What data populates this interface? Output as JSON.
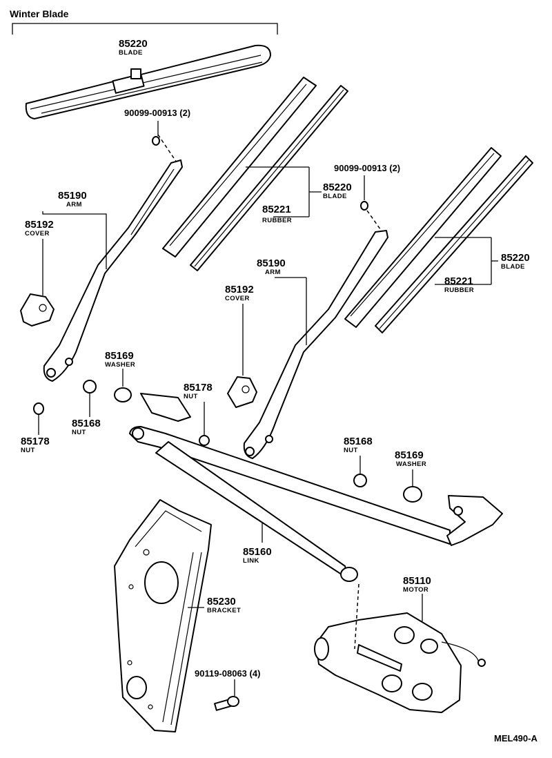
{
  "header": {
    "winter_blade": "Winter Blade"
  },
  "parts": [
    {
      "id": "blade-winter",
      "number": "85220",
      "name": "BLADE"
    },
    {
      "id": "screw-upper",
      "number": "90099-00913 (2)",
      "name": ""
    },
    {
      "id": "arm-left",
      "number": "85190",
      "name": "ARM"
    },
    {
      "id": "cover-left",
      "number": "85192",
      "name": "COVER"
    },
    {
      "id": "blade-mid",
      "number": "85220",
      "name": "BLADE"
    },
    {
      "id": "rubber-mid",
      "number": "85221",
      "name": "RUBBER"
    },
    {
      "id": "screw-right",
      "number": "90099-00913 (2)",
      "name": ""
    },
    {
      "id": "blade-right",
      "number": "85220",
      "name": "BLADE"
    },
    {
      "id": "rubber-right",
      "number": "85221",
      "name": "RUBBER"
    },
    {
      "id": "arm-right",
      "number": "85190",
      "name": "ARM"
    },
    {
      "id": "cover-right",
      "number": "85192",
      "name": "COVER"
    },
    {
      "id": "washer-left",
      "number": "85169",
      "name": "WASHER"
    },
    {
      "id": "nut-center",
      "number": "85178",
      "name": "NUT"
    },
    {
      "id": "nut-left",
      "number": "85168",
      "name": "NUT"
    },
    {
      "id": "nut-far-left",
      "number": "85178",
      "name": "NUT"
    },
    {
      "id": "nut-right",
      "number": "85168",
      "name": "NUT"
    },
    {
      "id": "washer-right",
      "number": "85169",
      "name": "WASHER"
    },
    {
      "id": "link",
      "number": "85160",
      "name": "LINK"
    },
    {
      "id": "motor",
      "number": "85110",
      "name": "MOTOR"
    },
    {
      "id": "bracket",
      "number": "85230",
      "name": "BRACKET"
    },
    {
      "id": "bolt",
      "number": "90119-08063 (4)",
      "name": ""
    }
  ],
  "diagram_code": "MEL490-A"
}
